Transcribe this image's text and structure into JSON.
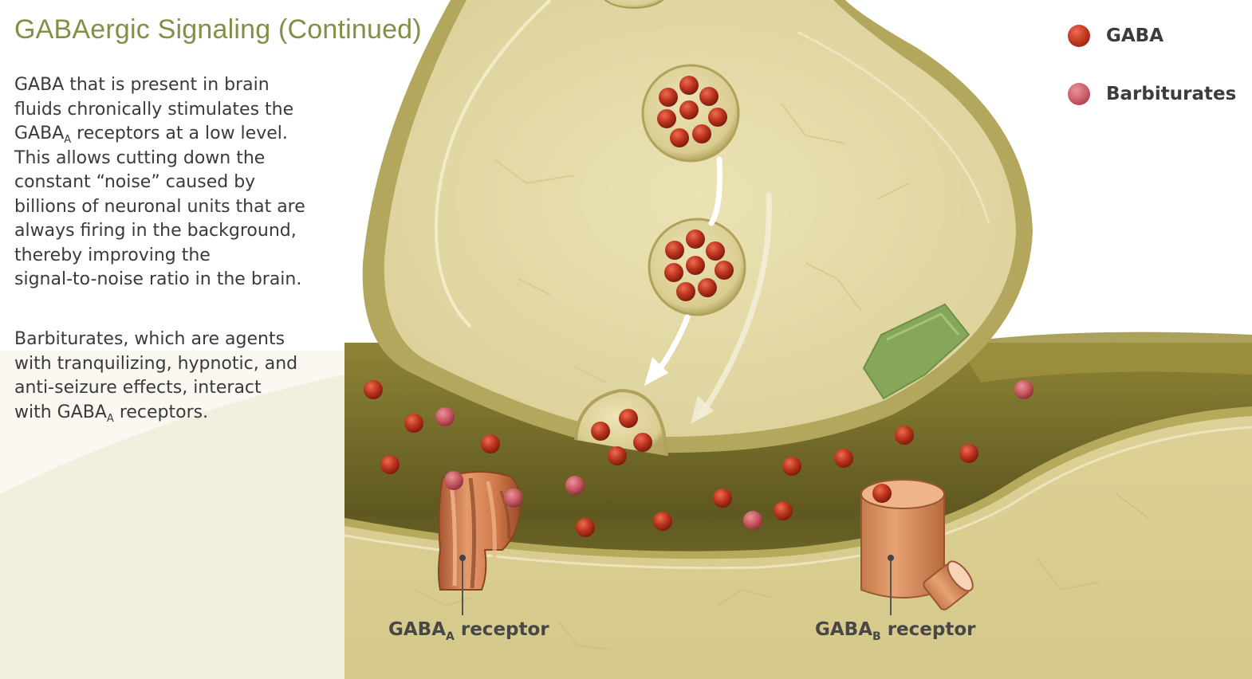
{
  "title": "GABAergic Signaling (Continued)",
  "paragraph1": {
    "line1": "GABA that is present in brain",
    "line2": "fluids chronically stimulates the",
    "line3_pre": "GABA",
    "line3_sub": "A",
    "line3_post": " receptors at a low level.",
    "line4": "This allows cutting down the",
    "line5": "constant “noise” caused by",
    "line6": "billions of neuronal units that are",
    "line7": "always firing in the background,",
    "line8": "thereby improving the",
    "line9": "signal-to-noise ratio in the brain."
  },
  "paragraph2": {
    "line1": "Barbiturates, which are agents",
    "line2": "with tranquilizing, hypnotic, and",
    "line3": "anti-seizure effects, interact",
    "line4_pre": "with GABA",
    "line4_sub": "A",
    "line4_post": " receptors."
  },
  "legend": {
    "gaba": "GABA",
    "barbiturates": "Barbiturates"
  },
  "labels": {
    "gaba_a_pre": "GABA",
    "gaba_a_sub": "A",
    "gaba_a_post": " receptor",
    "gaba_b_pre": "GABA",
    "gaba_b_sub": "B",
    "gaba_b_post": " receptor"
  },
  "colors": {
    "title": "#7f9146",
    "gaba_molecule": "#b8331f",
    "barbiturate_molecule": "#c95a64",
    "neuron_fill": "#e3d9a2",
    "synaptic_cleft": "#6b6325",
    "receptor": "#d9875a",
    "transporter": "#86a659"
  },
  "icons": {
    "gaba": "gaba-molecule-icon",
    "barbiturate": "barbiturate-molecule-icon"
  }
}
